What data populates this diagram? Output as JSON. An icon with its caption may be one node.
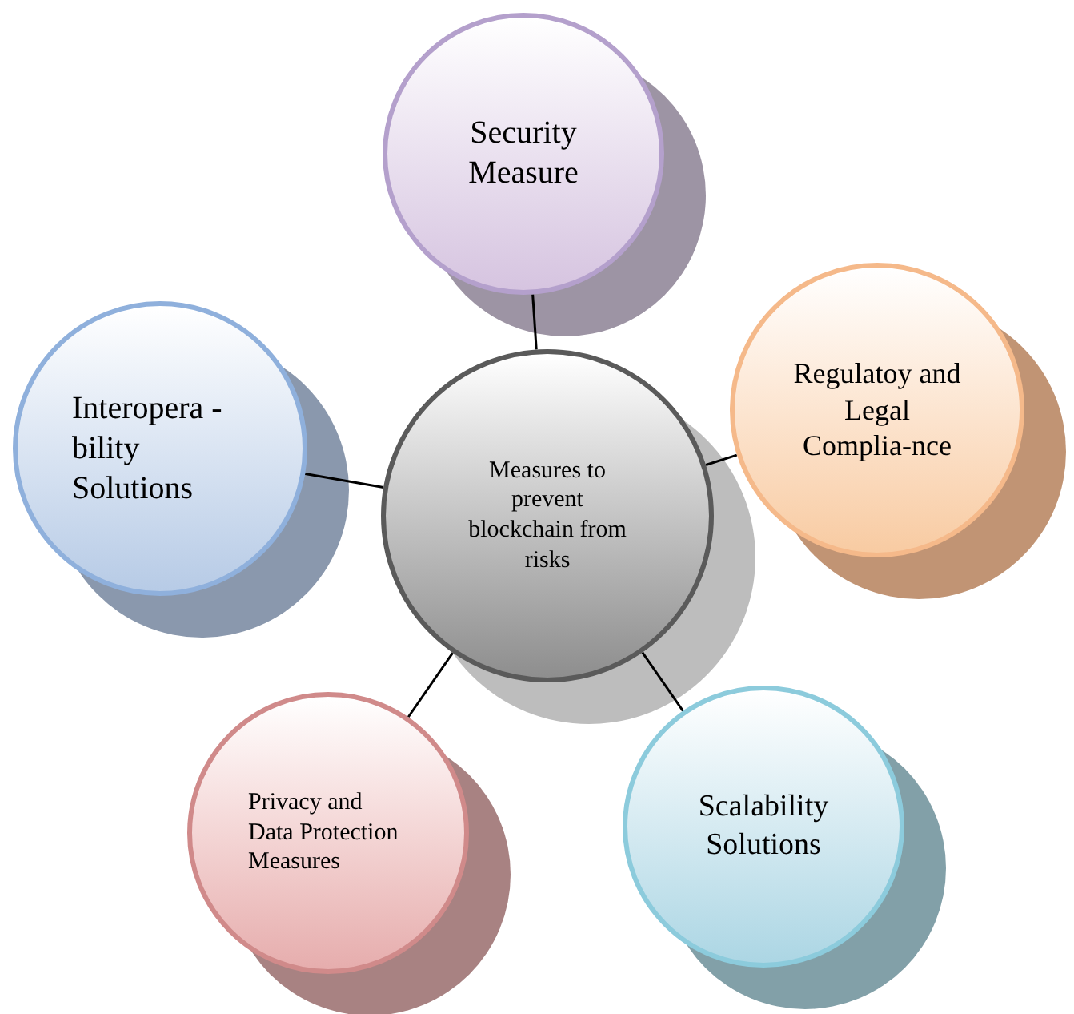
{
  "diagram": {
    "nodes": [
      {
        "text": [
          "Measures to prevent blockchain from risks"
        ]
      },
      {
        "text": [
          "Security Measure"
        ]
      },
      {
        "text": [
          "Regulatoy and Legal Complia-nce"
        ]
      },
      {
        "text": [
          "Interopera -bility Solutions"
        ]
      },
      {
        "text": [
          "Privacy and Data Protection Measures"
        ]
      },
      {
        "text": [
          "Scalability Solutions"
        ]
      }
    ],
    "edges": [
      {
        "from": 0,
        "to": 1,
        "arrow": "none"
      },
      {
        "from": 0,
        "to": 2,
        "arrow": "none"
      },
      {
        "from": 0,
        "to": 3,
        "arrow": "none"
      },
      {
        "from": 0,
        "to": 4,
        "arrow": "none"
      },
      {
        "from": 0,
        "to": 5,
        "arrow": "none"
      }
    ]
  }
}
